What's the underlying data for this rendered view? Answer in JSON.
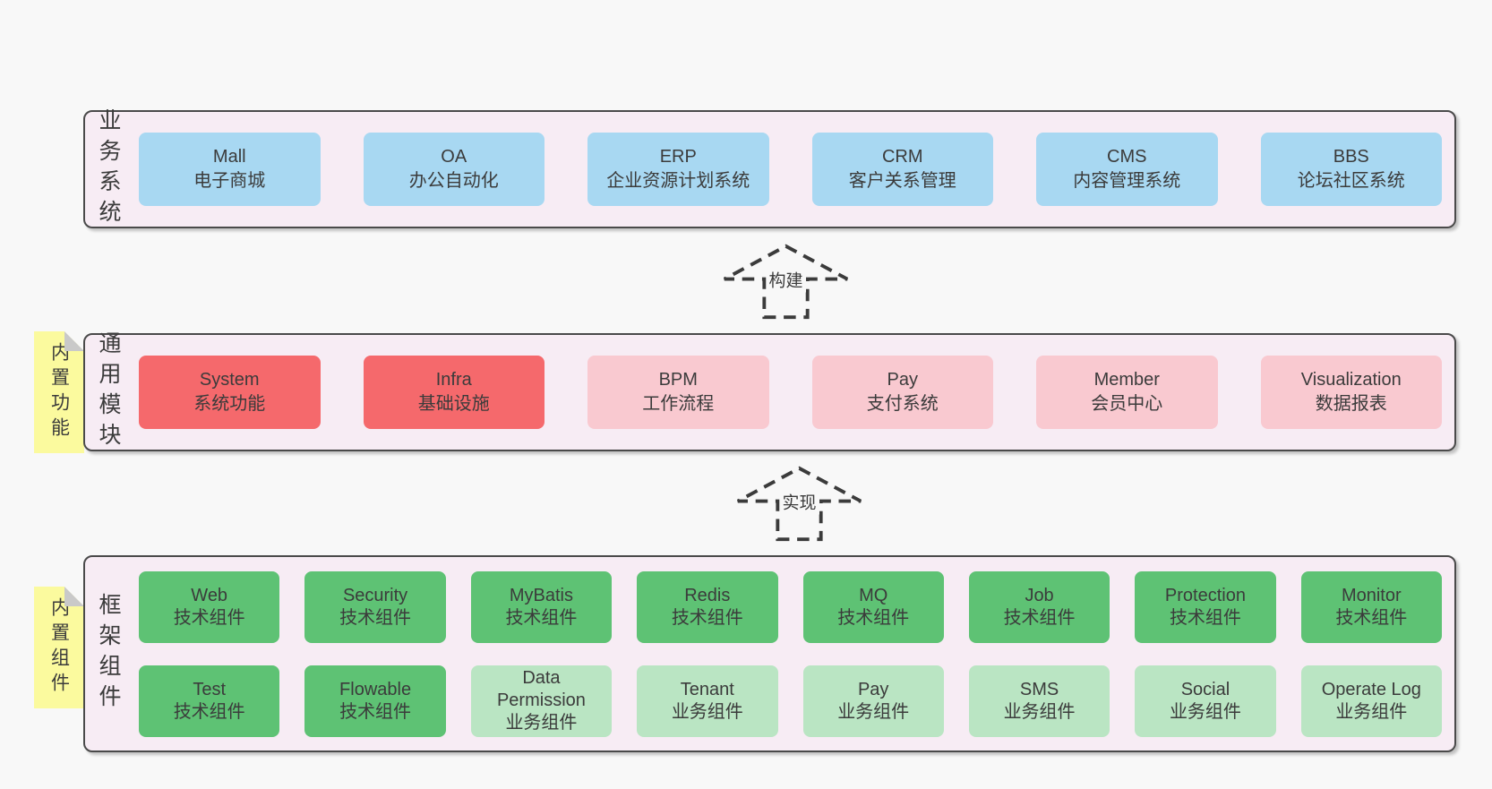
{
  "colors": {
    "page_bg": "#f8f8f8",
    "panel_bg": "#f7ecf4",
    "panel_border": "#4a4a4a",
    "blue": "#a8d8f2",
    "red": "#f5696c",
    "pink": "#f9c9d0",
    "green": "#5ec274",
    "light_green": "#bae5c3",
    "note_yellow": "#fbfa9e",
    "note_fold": "#c9c9c9",
    "text": "#3b3b3b",
    "arrow": "#3b3b3b"
  },
  "panels": [
    {
      "label": "业务系统",
      "rows": [
        [
          {
            "title": "Mall",
            "subtitle": "电子商城",
            "variant": "blue"
          },
          {
            "title": "OA",
            "subtitle": "办公自动化",
            "variant": "blue"
          },
          {
            "title": "ERP",
            "subtitle": "企业资源计划系统",
            "variant": "blue"
          },
          {
            "title": "CRM",
            "subtitle": "客户关系管理",
            "variant": "blue"
          },
          {
            "title": "CMS",
            "subtitle": "内容管理系统",
            "variant": "blue"
          },
          {
            "title": "BBS",
            "subtitle": "论坛社区系统",
            "variant": "blue"
          }
        ]
      ]
    },
    {
      "label": "通用模块",
      "note": "内置功能",
      "rows": [
        [
          {
            "title": "System",
            "subtitle": "系统功能",
            "variant": "red"
          },
          {
            "title": "Infra",
            "subtitle": "基础设施",
            "variant": "red"
          },
          {
            "title": "BPM",
            "subtitle": "工作流程",
            "variant": "pink"
          },
          {
            "title": "Pay",
            "subtitle": "支付系统",
            "variant": "pink"
          },
          {
            "title": "Member",
            "subtitle": "会员中心",
            "variant": "pink"
          },
          {
            "title": "Visualization",
            "subtitle": "数据报表",
            "variant": "pink"
          }
        ]
      ]
    },
    {
      "label": "框架组件",
      "note": "内置组件",
      "rows": [
        [
          {
            "title": "Web",
            "subtitle": "技术组件",
            "variant": "green"
          },
          {
            "title": "Security",
            "subtitle": "技术组件",
            "variant": "green"
          },
          {
            "title": "MyBatis",
            "subtitle": "技术组件",
            "variant": "green"
          },
          {
            "title": "Redis",
            "subtitle": "技术组件",
            "variant": "green"
          },
          {
            "title": "MQ",
            "subtitle": "技术组件",
            "variant": "green"
          },
          {
            "title": "Job",
            "subtitle": "技术组件",
            "variant": "green"
          },
          {
            "title": "Protection",
            "subtitle": "技术组件",
            "variant": "green"
          },
          {
            "title": "Monitor",
            "subtitle": "技术组件",
            "variant": "green"
          }
        ],
        [
          {
            "title": "Test",
            "subtitle": "技术组件",
            "variant": "green"
          },
          {
            "title": "Flowable",
            "subtitle": "技术组件",
            "variant": "green"
          },
          {
            "title": "Data Permission",
            "subtitle": "业务组件",
            "variant": "lightgreen"
          },
          {
            "title": "Tenant",
            "subtitle": "业务组件",
            "variant": "lightgreen"
          },
          {
            "title": "Pay",
            "subtitle": "业务组件",
            "variant": "lightgreen"
          },
          {
            "title": "SMS",
            "subtitle": "业务组件",
            "variant": "lightgreen"
          },
          {
            "title": "Social",
            "subtitle": "业务组件",
            "variant": "lightgreen"
          },
          {
            "title": "Operate Log",
            "subtitle": "业务组件",
            "variant": "lightgreen"
          }
        ]
      ]
    }
  ],
  "arrows": [
    {
      "label": "构建"
    },
    {
      "label": "实现"
    }
  ]
}
